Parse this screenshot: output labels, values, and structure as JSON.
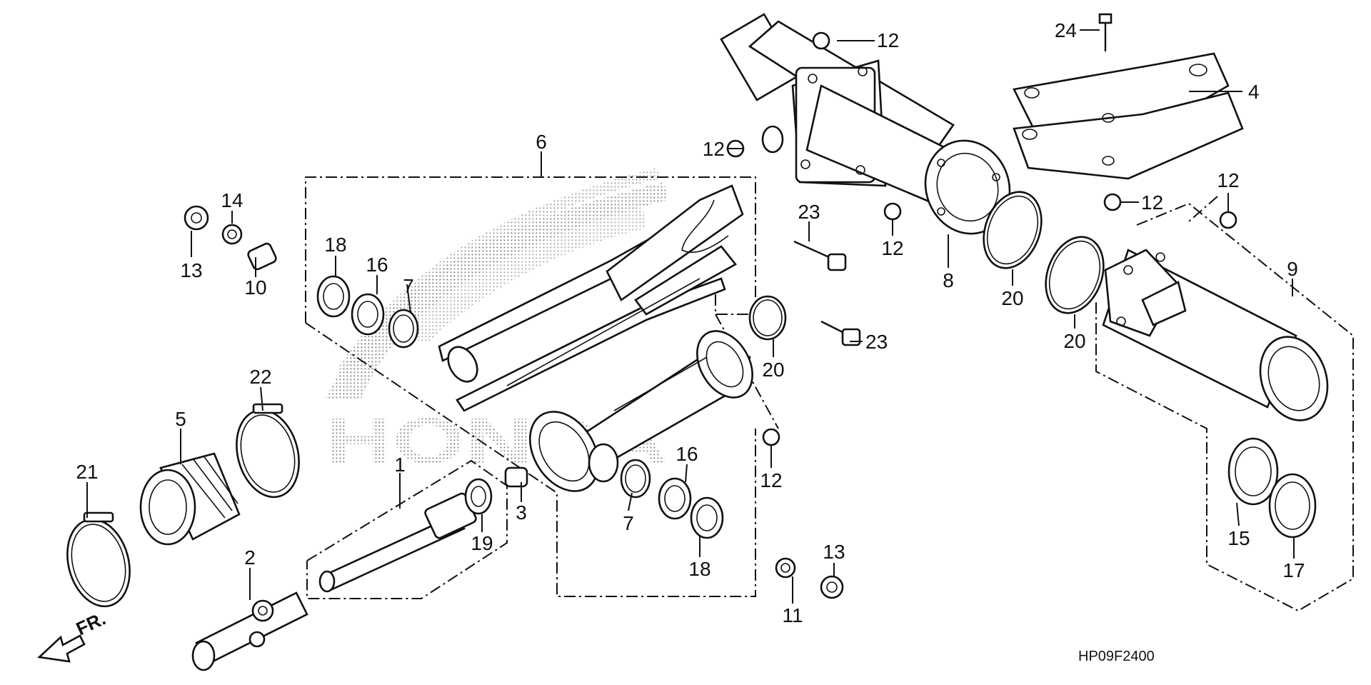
{
  "diagram_code": "HP09F2400",
  "direction_label": "FR.",
  "watermark_text": "HONDA",
  "callouts": [
    "1",
    "2",
    "3",
    "4",
    "5",
    "6",
    "7",
    "7",
    "8",
    "9",
    "10",
    "11",
    "12",
    "12",
    "12",
    "12",
    "12",
    "12",
    "13",
    "13",
    "14",
    "15",
    "16",
    "16",
    "17",
    "18",
    "18",
    "19",
    "20",
    "20",
    "20",
    "21",
    "22",
    "23",
    "23",
    "24"
  ],
  "colors": {
    "line": "#111111",
    "background": "#ffffff",
    "stipple": "#9a9a9a"
  }
}
